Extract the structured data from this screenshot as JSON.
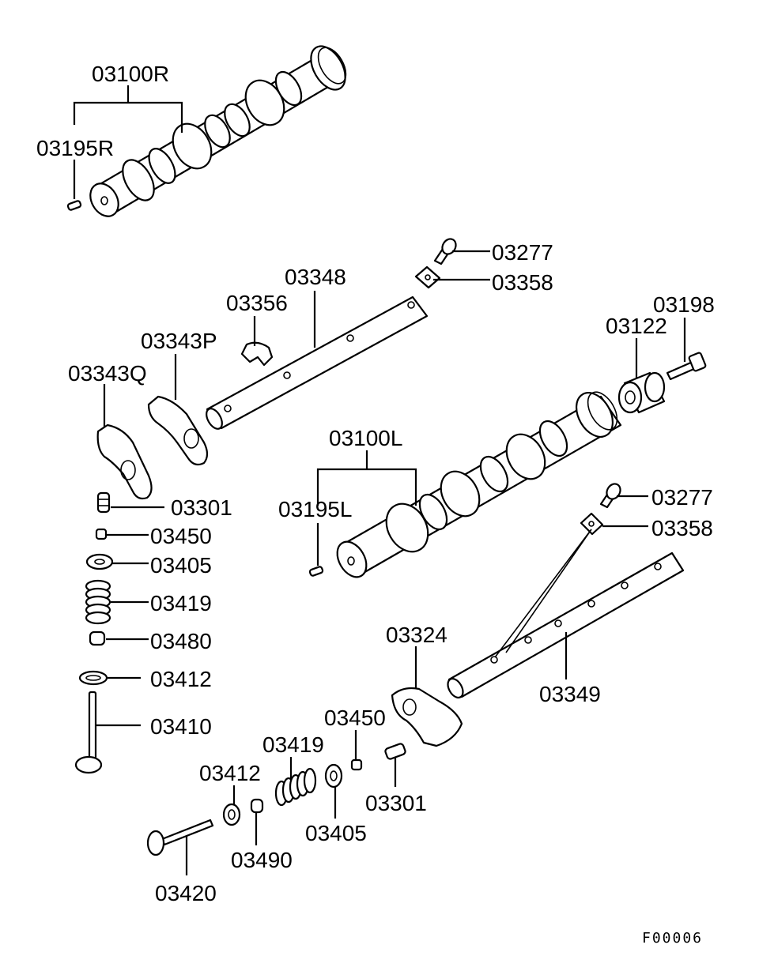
{
  "figure_code": "F00006",
  "labels": {
    "cam_r": "03100R",
    "pin_r": "03195R",
    "bolt_top": "03277",
    "plate_top": "03358",
    "shaft_left": "03348",
    "clip": "03356",
    "arm_p": "03343P",
    "arm_q": "03343Q",
    "bolt_front": "03198",
    "sprocket": "03122",
    "cam_l": "03100L",
    "pin_l": "03195L",
    "adjuster_l": "03301",
    "cotter_l": "03450",
    "retainer_l": "03405",
    "spring_l": "03419",
    "seal_l": "03480",
    "seat_l": "03412",
    "valve_l": "03410",
    "bolt_mid": "03277",
    "plate_mid": "03358",
    "arm": "03324",
    "shaft_right": "03349",
    "cotter_r": "03450",
    "spring_r": "03419",
    "seat_r": "03412",
    "adjuster_r": "03301",
    "seal_r": "03490",
    "retainer_r": "03405",
    "valve_r": "03420"
  }
}
